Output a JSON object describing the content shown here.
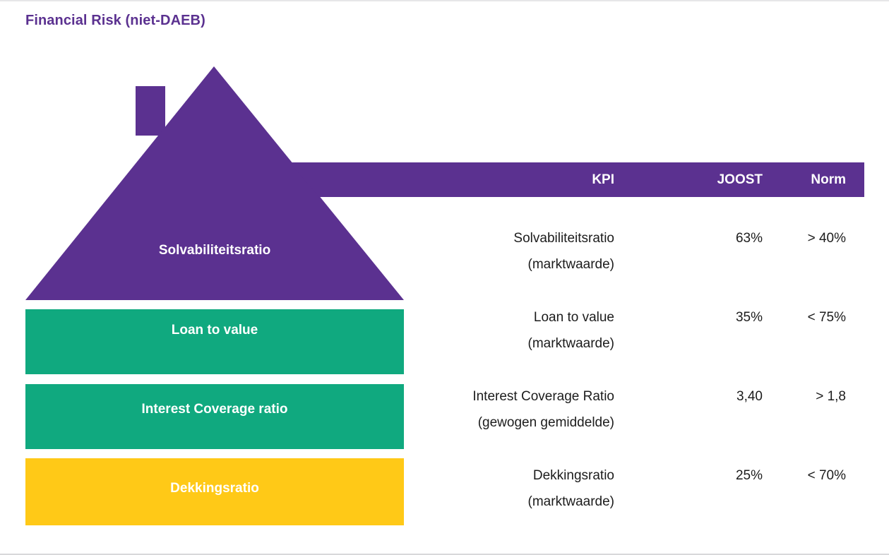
{
  "page": {
    "title": "Financial Risk (niet-DAEB)",
    "title_color": "#5B3190",
    "background": "#ffffff"
  },
  "colors": {
    "purple": "#5B3190",
    "green": "#10A97F",
    "yellow": "#FFC917",
    "text": "#1c1c1c",
    "white": "#ffffff",
    "border": "#e4e4e6"
  },
  "house": {
    "roof_label": "Solvabiliteitsratio",
    "bars": [
      {
        "label": "Loan to value",
        "color": "#10A97F"
      },
      {
        "label": "Interest Coverage ratio",
        "color": "#10A97F"
      },
      {
        "label": "Dekkingsratio",
        "color": "#FFC917"
      }
    ]
  },
  "table": {
    "headers": {
      "kpi": "KPI",
      "joost": "JOOST",
      "norm": "Norm"
    },
    "rows": [
      {
        "kpi_line1": "Solvabiliteitsratio",
        "kpi_line2": "(marktwaarde)",
        "joost": "63%",
        "norm": "> 40%"
      },
      {
        "kpi_line1": "Loan to value",
        "kpi_line2": "(marktwaarde)",
        "joost": "35%",
        "norm": "< 75%"
      },
      {
        "kpi_line1": "Interest Coverage Ratio",
        "kpi_line2": "(gewogen gemiddelde)",
        "joost": "3,40",
        "norm": "> 1,8"
      },
      {
        "kpi_line1": "Dekkingsratio",
        "kpi_line2": "(marktwaarde)",
        "joost": "25%",
        "norm": "< 70%"
      }
    ]
  }
}
